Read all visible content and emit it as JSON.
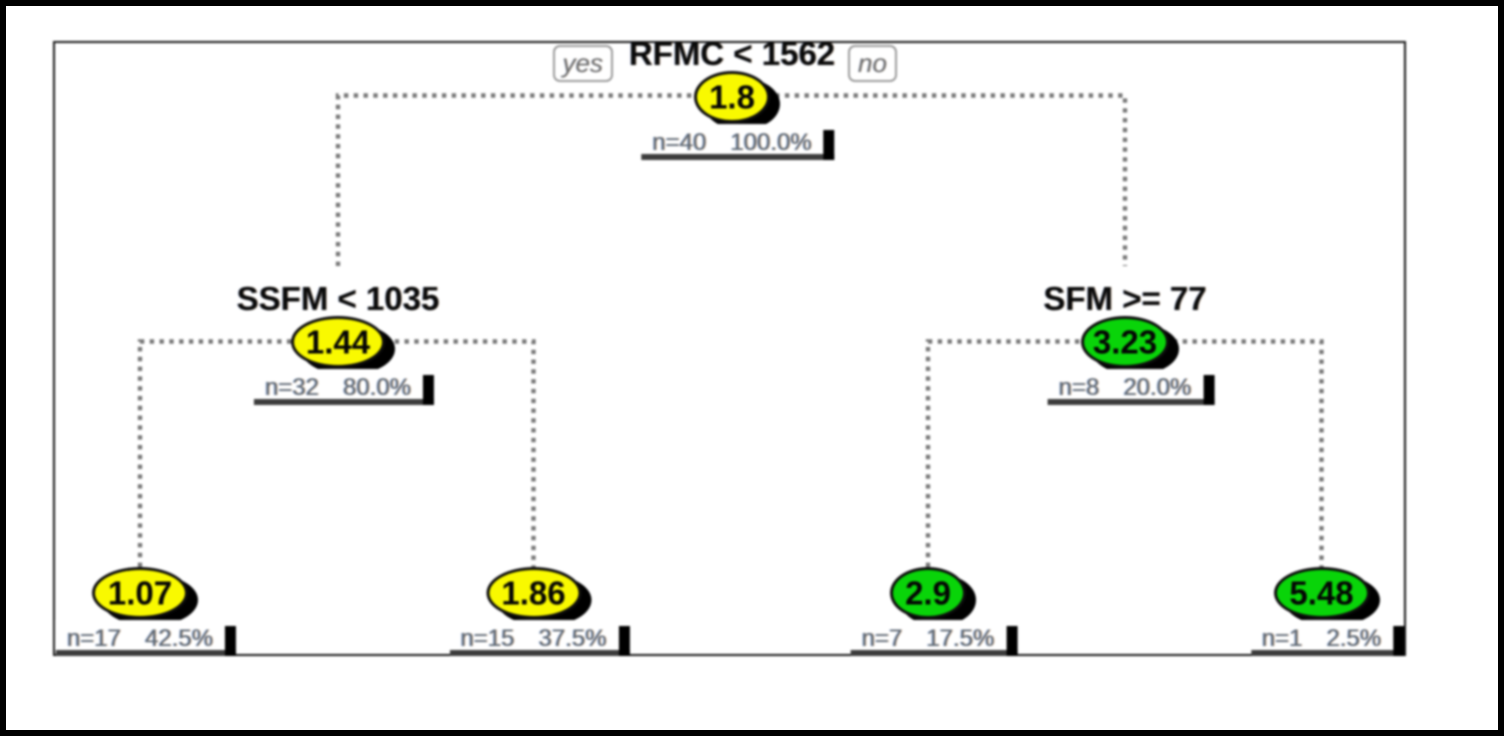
{
  "figure": {
    "kind": "decision-tree-plot",
    "background": "#ffffff",
    "frame_color": "#000000",
    "inner_border_color": "#161616",
    "branch_color": "#8c8c8c",
    "node_shadow_color": "#000000",
    "yellow_node_color": "#f9f900",
    "green_node_color": "#09d409"
  },
  "edge_labels": {
    "yes": "yes",
    "no": "no"
  },
  "chart_data": {
    "type": "tree",
    "description": "rpart-style regression decision tree with rectilinear dotted branches",
    "yes_branch_side": "left",
    "nodes": [
      {
        "id": "root",
        "split": "RFMC < 1562",
        "value": "1.8",
        "n": "n=40",
        "pct": "100.0%",
        "color": "yellow",
        "children": [
          "left",
          "right"
        ]
      },
      {
        "id": "left",
        "split": "SSFM < 1035",
        "value": "1.44",
        "n": "n=32",
        "pct": "80.0%",
        "color": "yellow",
        "children": [
          "left-left",
          "left-right"
        ]
      },
      {
        "id": "right",
        "split": "SFM >= 77",
        "value": "3.23",
        "n": "n=8",
        "pct": "20.0%",
        "color": "green",
        "children": [
          "right-left",
          "right-right"
        ]
      },
      {
        "id": "left-left",
        "split": null,
        "value": "1.07",
        "n": "n=17",
        "pct": "42.5%",
        "color": "yellow",
        "children": null
      },
      {
        "id": "left-right",
        "split": null,
        "value": "1.86",
        "n": "n=15",
        "pct": "37.5%",
        "color": "yellow",
        "children": null
      },
      {
        "id": "right-left",
        "split": null,
        "value": "2.9",
        "n": "n=7",
        "pct": "17.5%",
        "color": "green",
        "children": null
      },
      {
        "id": "right-right",
        "split": null,
        "value": "5.48",
        "n": "n=1",
        "pct": "2.5%",
        "color": "green",
        "children": null
      }
    ]
  }
}
